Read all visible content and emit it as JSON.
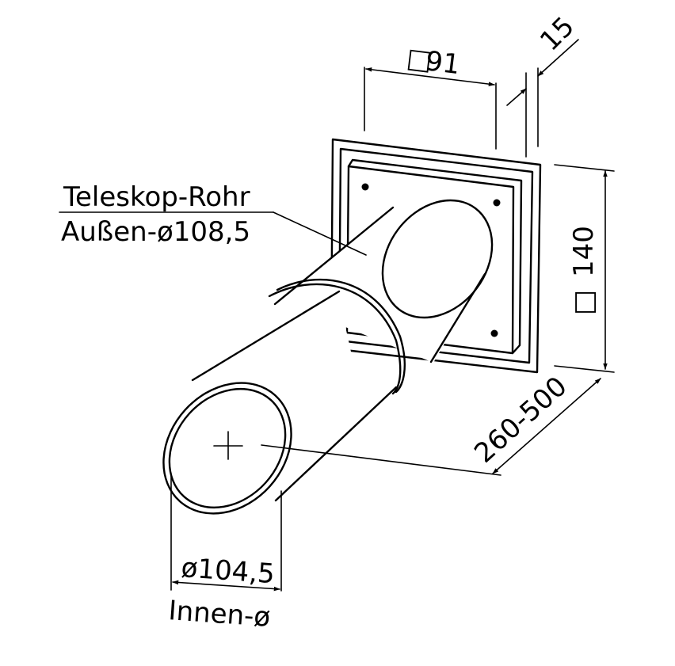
{
  "labels": {
    "square_symbol": "□",
    "top_width": "91",
    "plate_thickness": "15",
    "plate_size": "140",
    "tube_length": "260-500",
    "callout_line1": "Teleskop-Rohr",
    "callout_line2": "Außen-ø108,5",
    "inner_dim": "ø104,5",
    "inner_caption": "Innen-ø"
  }
}
